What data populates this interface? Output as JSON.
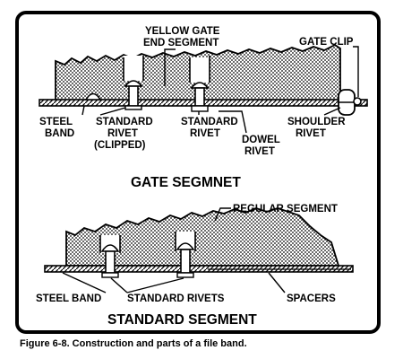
{
  "gate": {
    "title": "GATE SEGMNET",
    "labels": {
      "yellow_gate": "YELLOW GATE",
      "end_segment": "END SEGMENT",
      "gate_clip": "GATE CLIP",
      "steel": "STEEL",
      "band": "BAND",
      "standard_1": "STANDARD",
      "rivet_1": "RIVET",
      "clipped": "(CLIPPED)",
      "standard_2": "STANDARD",
      "rivet_2": "RIVET",
      "dowel": "DOWEL",
      "rivet_3": "RIVET",
      "shoulder": "SHOULDER",
      "rivet_4": "RIVET"
    }
  },
  "standard": {
    "title": "STANDARD SEGMENT",
    "labels": {
      "regular_segment": "REGULAR SEGMENT",
      "steel_band": "STEEL BAND",
      "standard_rivets": "STANDARD RIVETS",
      "spacers": "SPACERS"
    }
  },
  "caption": "Figure 6-8. Construction and parts of a file band."
}
